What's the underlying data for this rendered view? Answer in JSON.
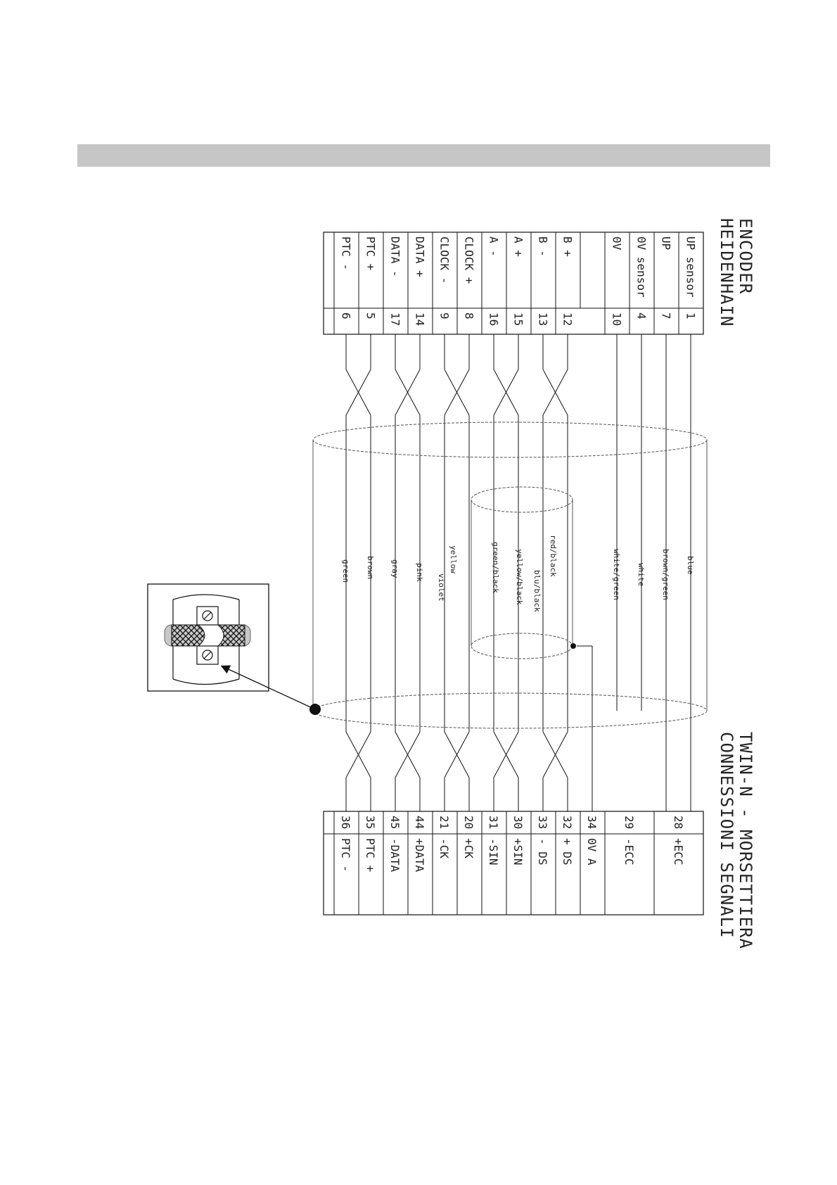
{
  "encoder": {
    "title_line1": "ENCODER",
    "title_line2": "HEIDENHAIN",
    "rows": [
      {
        "label": "UP sensor",
        "pin": "1"
      },
      {
        "label": "UP",
        "pin": "7"
      },
      {
        "label": "0V sensor",
        "pin": "4"
      },
      {
        "label": "0V",
        "pin": "10"
      },
      {
        "label": "",
        "pin": ""
      },
      {
        "label": "B +",
        "pin": "12"
      },
      {
        "label": "B -",
        "pin": "13"
      },
      {
        "label": "A +",
        "pin": "15"
      },
      {
        "label": "A -",
        "pin": "16"
      },
      {
        "label": "CLOCK +",
        "pin": "8"
      },
      {
        "label": "CLOCK -",
        "pin": "9"
      },
      {
        "label": "DATA +",
        "pin": "14"
      },
      {
        "label": "DATA -",
        "pin": "17"
      },
      {
        "label": "PTC +",
        "pin": "5"
      },
      {
        "label": "PTC -",
        "pin": "6"
      }
    ]
  },
  "terminal": {
    "title_line1": "TWIN-N - MORSETTIERA",
    "title_line2": "CONNESSIONI SEGNALI",
    "rows": [
      {
        "pin": "28",
        "label": "+ECC"
      },
      {
        "pin": "",
        "label": ""
      },
      {
        "pin": "29",
        "label": "-ECC"
      },
      {
        "pin": "",
        "label": ""
      },
      {
        "pin": "34",
        "label": "0V A"
      },
      {
        "pin": "32",
        "label": "+ DS"
      },
      {
        "pin": "33",
        "label": "- DS"
      },
      {
        "pin": "30",
        "label": "+SIN"
      },
      {
        "pin": "31",
        "label": "-SIN"
      },
      {
        "pin": "20",
        "label": "+CK"
      },
      {
        "pin": "21",
        "label": "-CK"
      },
      {
        "pin": "44",
        "label": "+DATA"
      },
      {
        "pin": "45",
        "label": "-DATA"
      },
      {
        "pin": "35",
        "label": "PTC +"
      },
      {
        "pin": "36",
        "label": "PTC -"
      }
    ]
  },
  "wires": [
    "blue",
    "brown/green",
    "white",
    "white/green",
    "red/black",
    "blu/black",
    "yellow/black",
    "green/black",
    "yellow",
    "violet",
    "pink",
    "gray",
    "brown",
    "green"
  ]
}
